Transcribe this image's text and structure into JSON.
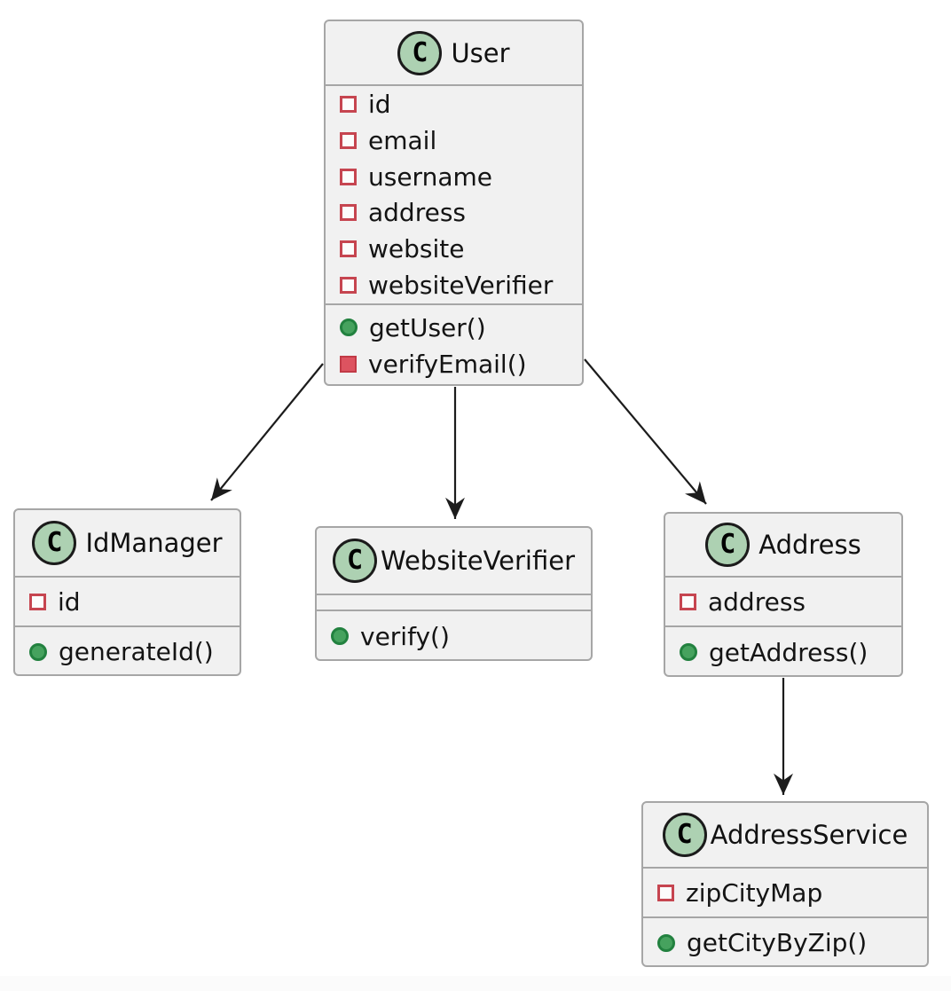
{
  "diagram_type": "uml-class-diagram",
  "colors": {
    "box_fill": "#f1f1f1",
    "box_border": "#a6a6a6",
    "badge_fill": "#add1b2",
    "badge_border": "#1b1b1b",
    "private_marker_red": "#c64550",
    "public_marker_green": "#46a25e",
    "arrow": "#1c1c1c"
  },
  "classes": {
    "user": {
      "badge": "C",
      "name": "User",
      "fields": [
        {
          "label": "id",
          "visibility": "private"
        },
        {
          "label": "email",
          "visibility": "private"
        },
        {
          "label": "username",
          "visibility": "private"
        },
        {
          "label": "address",
          "visibility": "private"
        },
        {
          "label": "website",
          "visibility": "private"
        },
        {
          "label": "websiteVerifier",
          "visibility": "private"
        }
      ],
      "methods": [
        {
          "label": "getUser()",
          "visibility": "public"
        },
        {
          "label": "verifyEmail()",
          "visibility": "private"
        }
      ]
    },
    "idmanager": {
      "badge": "C",
      "name": "IdManager",
      "fields": [
        {
          "label": "id",
          "visibility": "private"
        }
      ],
      "methods": [
        {
          "label": "generateId()",
          "visibility": "public"
        }
      ]
    },
    "websiteverifier": {
      "badge": "C",
      "name": "WebsiteVerifier",
      "fields": [],
      "methods": [
        {
          "label": "verify()",
          "visibility": "public"
        }
      ]
    },
    "address": {
      "badge": "C",
      "name": "Address",
      "fields": [
        {
          "label": "address",
          "visibility": "private"
        }
      ],
      "methods": [
        {
          "label": "getAddress()",
          "visibility": "public"
        }
      ]
    },
    "addressservice": {
      "badge": "C",
      "name": "AddressService",
      "fields": [
        {
          "label": "zipCityMap",
          "visibility": "private"
        }
      ],
      "methods": [
        {
          "label": "getCityByZip()",
          "visibility": "public"
        }
      ]
    }
  },
  "relations": [
    {
      "from": "User",
      "to": "IdManager",
      "type": "directed-arrow"
    },
    {
      "from": "User",
      "to": "WebsiteVerifier",
      "type": "directed-arrow"
    },
    {
      "from": "User",
      "to": "Address",
      "type": "directed-arrow"
    },
    {
      "from": "Address",
      "to": "AddressService",
      "type": "directed-arrow"
    }
  ]
}
